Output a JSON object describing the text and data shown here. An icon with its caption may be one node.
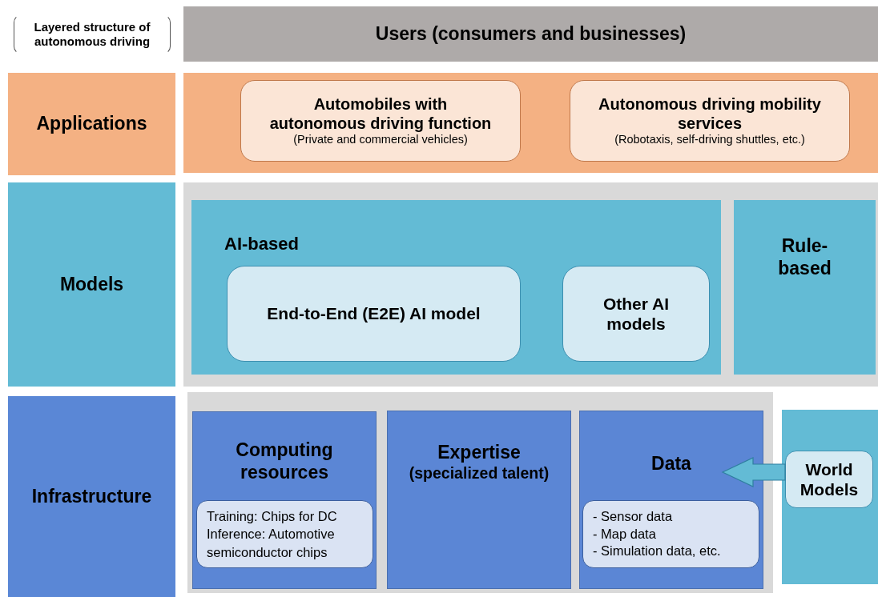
{
  "diagram": {
    "nodes": [
      {
        "text": [
          "Layered structure of autonomous driving"
        ]
      },
      {
        "text": [
          "Users (consumers and businesses)"
        ]
      },
      {
        "text": [
          "Applications"
        ]
      },
      {
        "text": [],
        "shape": "box"
      },
      {
        "text": [
          "Automobiles with autonomous driving function",
          "(Private and commercial vehicles)"
        ],
        "in": 3
      },
      {
        "text": [
          "Autonomous driving mobility services",
          "(Robotaxis, self-driving shuttles, etc.)"
        ],
        "in": 3
      },
      {
        "text": [
          "Models"
        ]
      },
      {
        "text": [],
        "shape": "box"
      },
      {
        "text": [
          "AI-based"
        ],
        "in": 7
      },
      {
        "text": [
          "End-to-End (E2E) AI model"
        ],
        "in": 8
      },
      {
        "text": [
          "Other AI models"
        ],
        "in": 8
      },
      {
        "text": [
          "Rule-based"
        ],
        "in": 7
      },
      {
        "text": [
          "Infrastructure"
        ]
      },
      {
        "text": [],
        "shape": "box"
      },
      {
        "text": [
          "Computing resources"
        ],
        "in": 13
      },
      {
        "text": [
          "Training: Chips for DC Inference: Automotive semiconductor chips"
        ],
        "in": 14
      },
      {
        "text": [
          "Expertise",
          "(specialized talent)"
        ],
        "in": 13
      },
      {
        "text": [
          "Data"
        ],
        "in": 13
      },
      {
        "text": [
          "- Sensor data",
          "- Map data",
          "- Simulation data, etc."
        ],
        "in": 17
      },
      {
        "text": [],
        "shape": "box"
      },
      {
        "text": [
          "World Models"
        ],
        "in": 19
      }
    ],
    "edges": [
      {
        "from": 20,
        "to": 17,
        "arrow": "to",
        "style": "thick",
        "color": "#63bbd5"
      }
    ]
  }
}
